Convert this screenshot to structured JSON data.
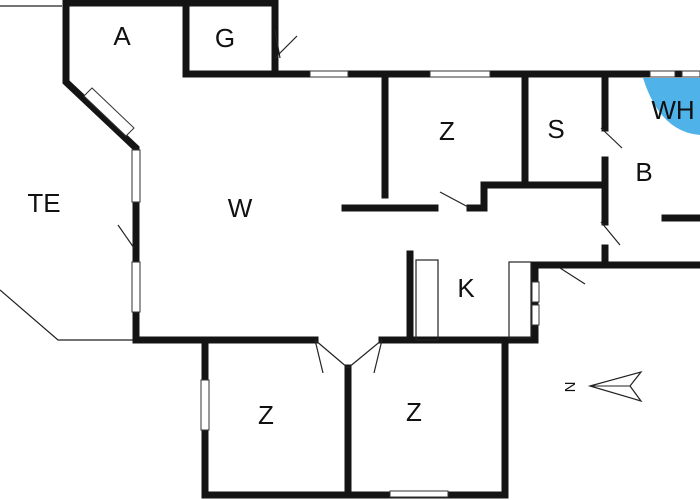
{
  "rooms": {
    "a": "A",
    "g": "G",
    "te": "TE",
    "w": "W",
    "z_top": "Z",
    "s": "S",
    "wh": "WH",
    "b": "B",
    "k": "K",
    "z_bottom_left": "Z",
    "z_bottom_right": "Z"
  },
  "compass": {
    "letter": "N"
  },
  "colors": {
    "whirlpool": "#4fb3ea",
    "walls": "#141414",
    "background": "#ffffff"
  }
}
